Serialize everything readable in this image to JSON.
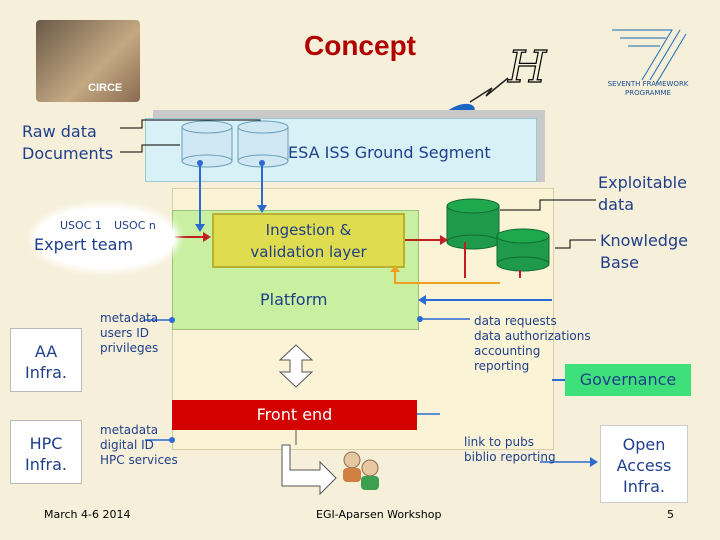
{
  "title": "Concept",
  "left_notes": {
    "raw_data": "Raw data",
    "documents": "Documents"
  },
  "ground_segment": "ESA ISS Ground Segment",
  "exploitable_data": [
    "Exploitable",
    "data"
  ],
  "knowledge_base": [
    "Knowledge",
    "Base"
  ],
  "expert_team": {
    "usoc1": "USOC 1",
    "usocn": "USOC n",
    "label": "Expert team"
  },
  "ingestion": [
    "Ingestion &",
    "validation layer"
  ],
  "platform": "Platform",
  "aa_infra": [
    "AA",
    "Infra."
  ],
  "aa_meta": [
    "metadata",
    "users ID",
    "privileges"
  ],
  "hpc_infra": [
    "HPC",
    "Infra."
  ],
  "hpc_meta": [
    "metadata",
    "digital ID",
    "HPC services"
  ],
  "data_requests": [
    "data requests",
    "data authorizations",
    "accounting",
    "reporting"
  ],
  "governance": "Governance",
  "front_end": "Front end",
  "link_to_pubs": [
    "link to pubs",
    "biblio reporting"
  ],
  "open_access": [
    "Open",
    "Access",
    "Infra."
  ],
  "logo_left_text": "CIRCE",
  "logo_right": [
    "SEVENTH FRAMEWORK",
    "PROGRAMME"
  ],
  "footer": {
    "date": "March 4-6 2014",
    "event": "EGI-Aparsen Workshop",
    "page": "5"
  }
}
